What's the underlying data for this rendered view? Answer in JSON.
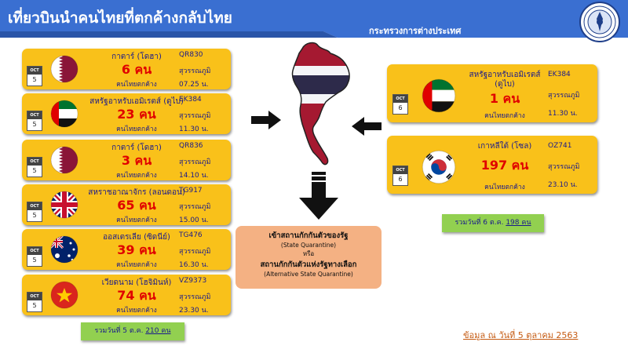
{
  "header": {
    "title": "เที่ยวบินนำคนไทยที่ตกค้างกลับไทย",
    "ministry": "กระทรวงการต่างประเทศ"
  },
  "colors": {
    "header_blue": "#3a6fd1",
    "card_yellow": "#f9c11a",
    "count_red": "#e00000",
    "total_green": "#92d050",
    "quarantine_orange": "#f4b183",
    "note_orange": "#c55a11"
  },
  "stranded_label": "คนไทยตกค้าง",
  "left_flights": [
    {
      "month": "OCT",
      "day": "5",
      "flag": "qatar-flag",
      "destination": "กาตาร์ (โดฮา)",
      "count": "6 คน",
      "flight": "QR830",
      "airport": "สุวรรณภูมิ",
      "time": "07.25 น."
    },
    {
      "month": "OCT",
      "day": "5",
      "flag": "uae-flag",
      "destination": "สหรัฐอาหรับเอมิเรตส์ (ดูไบ)",
      "count": "23 คน",
      "flight": "EK384",
      "airport": "สุวรรณภูมิ",
      "time": "11.30 น."
    },
    {
      "month": "OCT",
      "day": "5",
      "flag": "qatar-flag",
      "destination": "กาตาร์ (โดฮา)",
      "count": "3 คน",
      "flight": "QR836",
      "airport": "สุวรรณภูมิ",
      "time": "14.10 น."
    },
    {
      "month": "OCT",
      "day": "5",
      "flag": "uk-flag",
      "destination": "สหราชอาณาจักร (ลอนดอน)",
      "count": "65 คน",
      "flight": "TG917",
      "airport": "สุวรรณภูมิ",
      "time": "15.00 น."
    },
    {
      "month": "OCT",
      "day": "5",
      "flag": "australia-flag",
      "destination": "ออสเตรเลีย (ซิดนีย์)",
      "count": "39 คน",
      "flight": "TG476",
      "airport": "สุวรรณภูมิ",
      "time": "16.30 น."
    },
    {
      "month": "OCT",
      "day": "5",
      "flag": "vietnam-flag",
      "destination": "เวียดนาม (โฮจิมินห์)",
      "count": "74 คน",
      "flight": "VZ9373",
      "airport": "สุวรรณภูมิ",
      "time": "23.30 น."
    }
  ],
  "right_flights": [
    {
      "month": "OCT",
      "day": "6",
      "flag": "uae-flag",
      "destination": "สหรัฐอาหรับเอมิเรตส์",
      "destination2": "(ดูไบ)",
      "count": "1 คน",
      "flight": "EK384",
      "airport": "สุวรรณภูมิ",
      "time": "11.30 น."
    },
    {
      "month": "OCT",
      "day": "6",
      "flag": "korea-flag",
      "destination": "เกาหลีใต้ (โซล)",
      "count": "197 คน",
      "flight": "OZ741",
      "airport": "สุวรรณภูมิ",
      "time": "23.10 น."
    }
  ],
  "total_left": {
    "prefix": "รวมวันที่ 5 ต.ค. ",
    "value": "210 คน"
  },
  "total_right": {
    "prefix": "รวมวันที่ 6 ต.ค. ",
    "value": "198 คน"
  },
  "quarantine": {
    "line1": "เข้าสถานกักกันตัวของรัฐ",
    "line2": "(State Quarantine)",
    "line3": "หรือ",
    "line4": "สถานกักกันตัวแห่งรัฐทางเลือก",
    "line5": "(Alternative State Quarantine)"
  },
  "as_of": "ข้อมูล ณ วันที่ 5 ตุลาคม 2563"
}
